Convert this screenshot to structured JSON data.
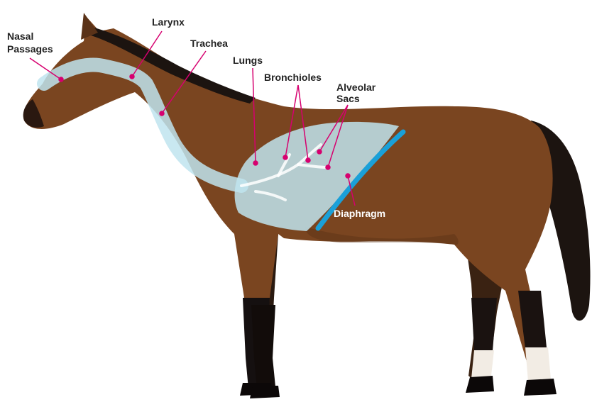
{
  "labels": {
    "nasal_line1": "Nasal",
    "nasal_line2": "Passages",
    "larynx": "Larynx",
    "trachea": "Trachea",
    "lungs": "Lungs",
    "bronchioles": "Bronchioles",
    "alveolar_line1": "Alveolar",
    "alveolar_line2": "Sacs",
    "diaphragm": "Diaphragm"
  },
  "colors": {
    "coat": "#7a4520",
    "coat_dark": "#4a2a14",
    "mane": "#1c1410",
    "respiratory_fill": "#bfe4ee",
    "diaphragm": "#1aa0d8",
    "leader_line": "#d6006f",
    "leg_dark": "#151010",
    "sock_white": "#f2ece4"
  }
}
